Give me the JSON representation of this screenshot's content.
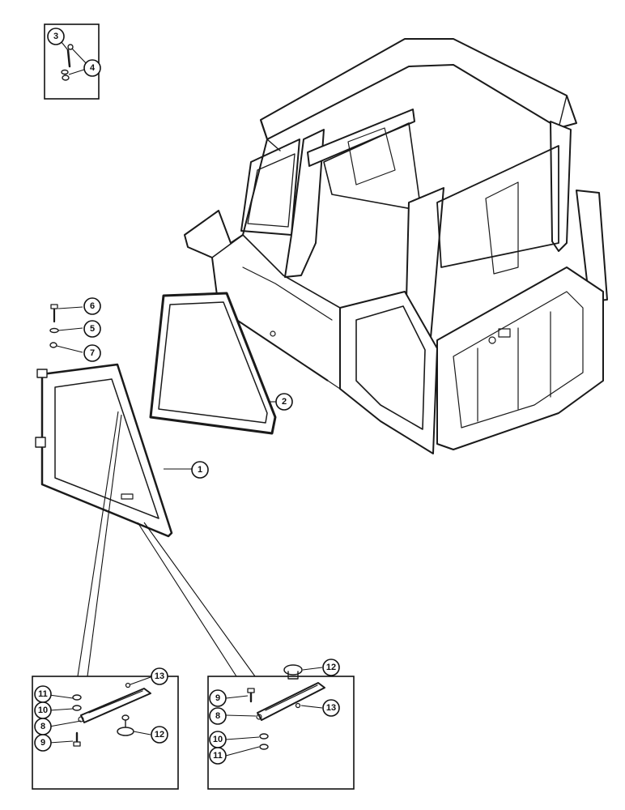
{
  "diagram": {
    "callouts": {
      "c1": "1",
      "c2": "2",
      "c3": "3",
      "c4": "4",
      "c5": "5",
      "c6": "6",
      "c7": "7",
      "L8": "8",
      "L9": "9",
      "L10": "10",
      "L11": "11",
      "L12": "12",
      "L13": "13",
      "R8": "8",
      "R9": "9",
      "R10": "10",
      "R11": "11",
      "R12": "12",
      "R13": "13"
    }
  }
}
